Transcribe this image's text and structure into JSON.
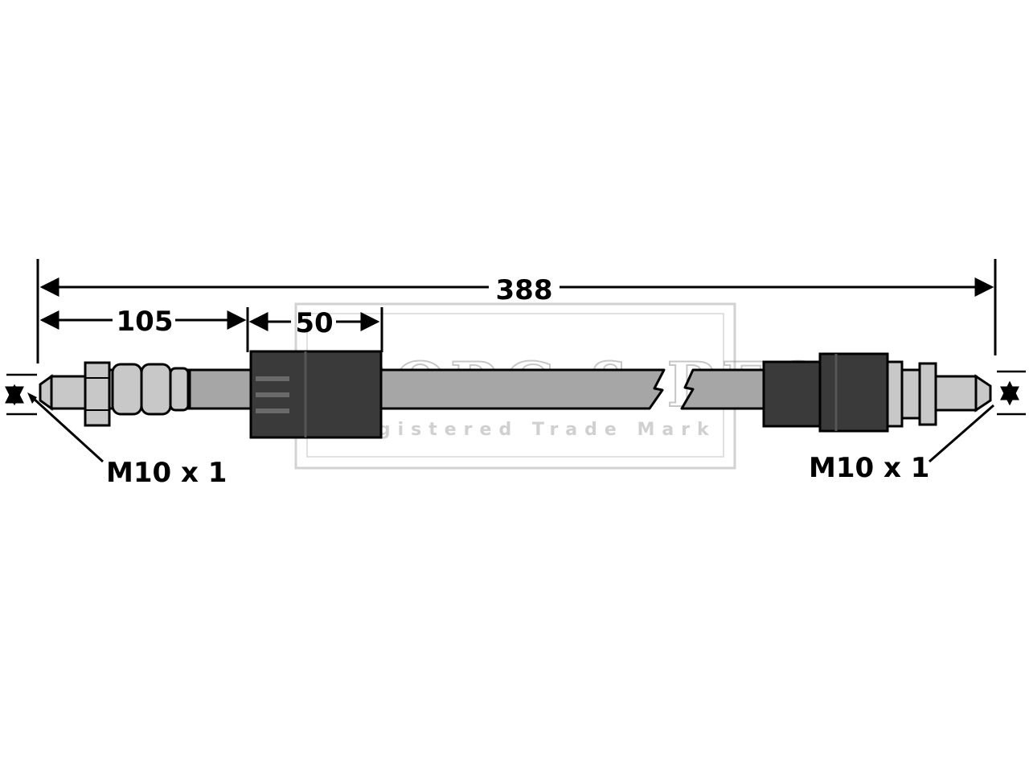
{
  "diagram": {
    "overall_length": "388",
    "left_segment": "105",
    "middle_segment": "50",
    "left_thread": "M10 x 1",
    "right_thread": "M10 x 1"
  },
  "watermark": {
    "brand": "BORG & BECK",
    "tagline": "Registered Trade Mark"
  },
  "colors": {
    "line": "#000000",
    "hose": "#a6a6a6",
    "sleeve": "#3a3a3a",
    "fitting": "#c8c8c8",
    "watermark": "#9a9a9a"
  }
}
